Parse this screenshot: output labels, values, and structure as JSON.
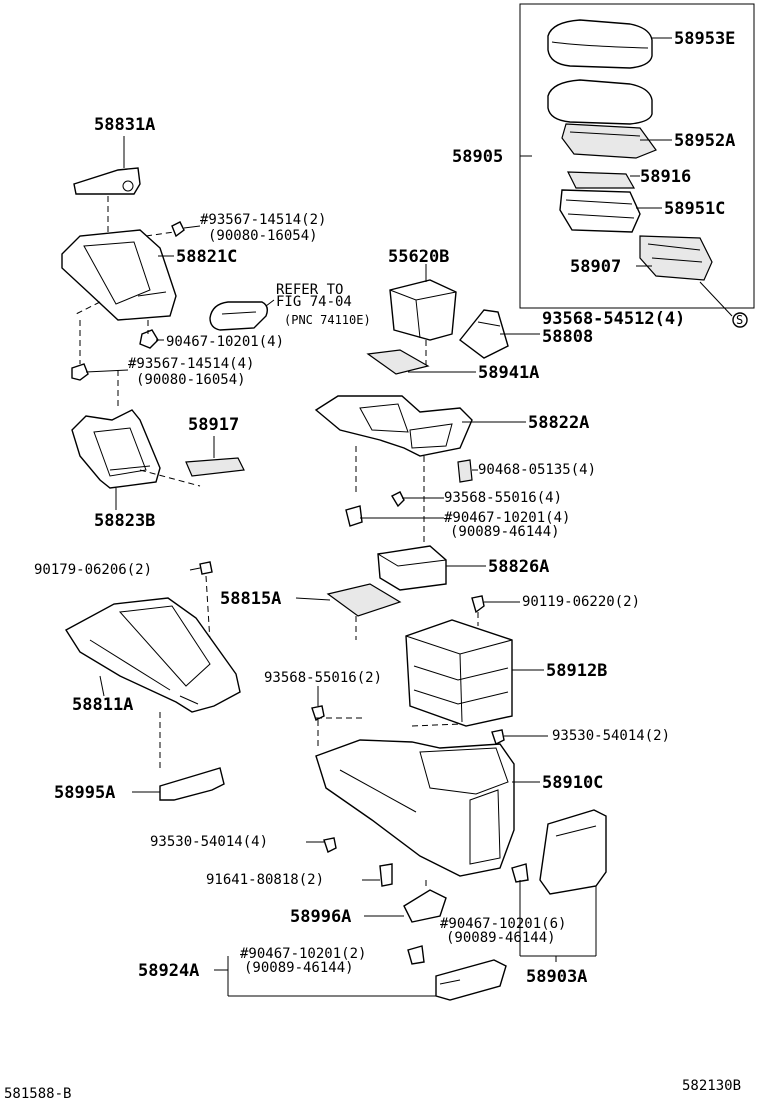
{
  "labels": {
    "p58953E": "58953E",
    "p58905": "58905",
    "p58952A": "58952A",
    "p58916": "58916",
    "p58951C": "58951C",
    "p58907": "58907",
    "p93568_54512": "93568-54512(4)",
    "screw_symbol": "S",
    "p58831A": "58831A",
    "p93567_14514_2": "#93567-14514(2)",
    "p90080_16054_a": "(90080-16054)",
    "p58821C": "58821C",
    "refer_to": "REFER TO",
    "fig_74_04": "FIG 74-04",
    "pnc_74110E": "(PNC 74110E)",
    "p55620B": "55620B",
    "p58808": "58808",
    "p90467_10201_4a": "90467-10201(4)",
    "p93567_14514_4": "#93567-14514(4)",
    "p90080_16054_b": "(90080-16054)",
    "p58941A": "58941A",
    "p58822A": "58822A",
    "p58917": "58917",
    "p90468_05135": "90468-05135(4)",
    "p93568_55016_4": "93568-55016(4)",
    "p90467_10201_4b": "#90467-10201(4)",
    "p90089_46144_a": "(90089-46144)",
    "p58823B": "58823B",
    "p90179_06206": "90179-06206(2)",
    "p58826A": "58826A",
    "p58815A": "58815A",
    "p90119_06220": "90119-06220(2)",
    "p58912B": "58912B",
    "p93568_55016_2": "93568-55016(2)",
    "p58811A": "58811A",
    "p93530_54014_2": "93530-54014(2)",
    "p58910C": "58910C",
    "p58995A": "58995A",
    "p93530_54014_4": "93530-54014(4)",
    "p91641_80818": "91641-80818(2)",
    "p58996A": "58996A",
    "p90467_10201_6": "#90467-10201(6)",
    "p90089_46144_b": "(90089-46144)",
    "p90467_10201_2": "#90467-10201(2)",
    "p90089_46144_c": "(90089-46144)",
    "p58924A": "58924A",
    "p58903A": "58903A",
    "footer_left": "581588-B",
    "footer_right": "582130B"
  }
}
